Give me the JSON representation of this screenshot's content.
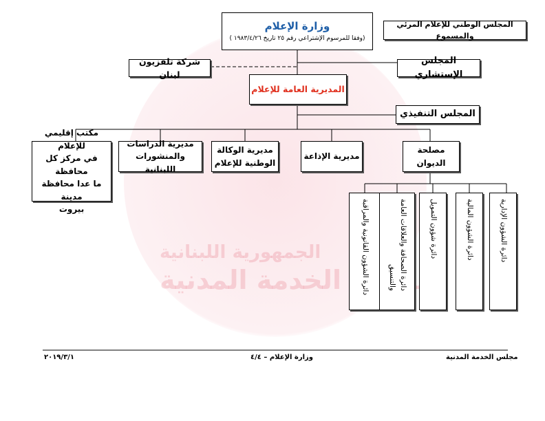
{
  "ministry": {
    "title": "وزارة الإعلام",
    "subtitle": "(وفقا للمرسوم الإشتراعي رقم ٢٥ تاريخ ١٩٨٣/٤/٢٦ )"
  },
  "council_national": "المجلس الوطني للإعلام المرئي والمسموع",
  "tele_liban": "شركة تلفزيون لبنان",
  "advisory_council": "المجلس الإستشاري",
  "general_directorate": "المديرية العامة للإعلام",
  "executive_council": "المجلس التنفيذي",
  "directorates": {
    "regional_office": [
      "مكتب إقليمي للإعلام",
      "في مركز كل محافظة",
      "ما عدا محافظة مدينة",
      "بيروت"
    ],
    "studies": [
      "مديرية الدراسات",
      "والمنشورات اللبنانية"
    ],
    "news_agency": [
      "مديرية الوكالة",
      "الوطنية للإعلام"
    ],
    "radio": [
      "مديرية الإذاعة"
    ],
    "office_service": [
      "مصلحة",
      "الديوان"
    ]
  },
  "departments": [
    [
      "دائرة الشؤون الإدارية"
    ],
    [
      "دائرة الشؤون المالية"
    ],
    [
      "دائرة شؤون التمويل"
    ],
    [
      "دائرة الصحافة والعلاقات العامة",
      "والتنسيق"
    ],
    [
      "دائرة الشؤون القانونية والمراقبة"
    ]
  ],
  "footer": {
    "left": "٢٠١٩/٣/١",
    "center": "وزارة الإعلام – ٤/٤",
    "right": "مجلس الخدمة المدنية"
  },
  "watermark": {
    "line1": "الجمهورية اللبنانية",
    "line2": "مجلس الخدمة المدنية"
  },
  "colors": {
    "ministry_title": "#1f5fa8",
    "general_directorate": "#e0301e",
    "watermark": "#e8788c"
  }
}
